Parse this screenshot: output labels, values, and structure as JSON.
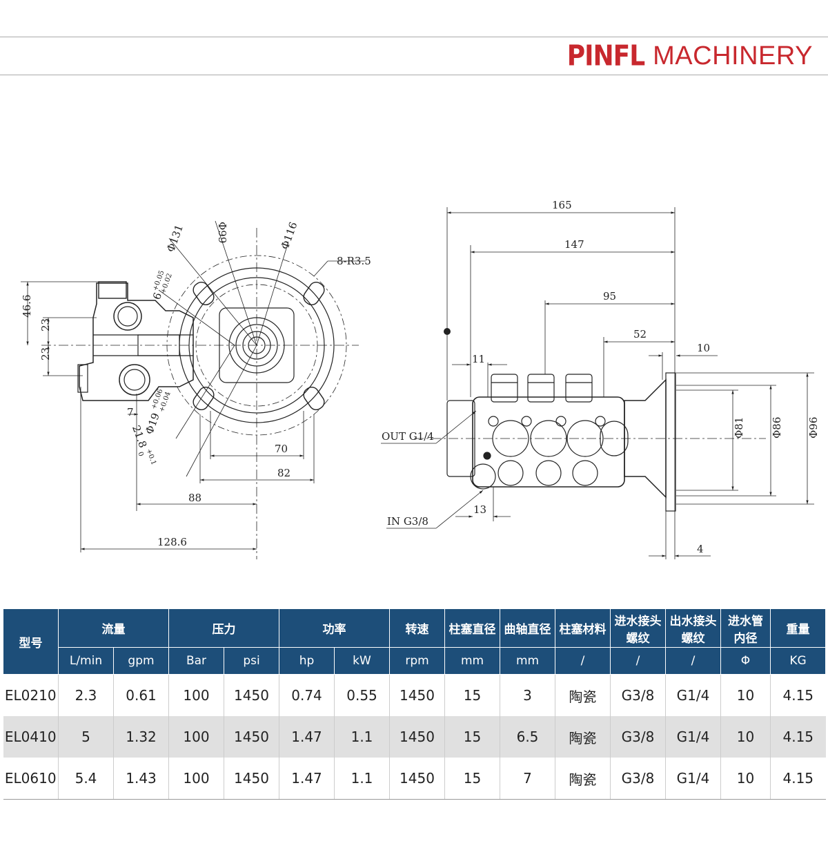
{
  "brand": {
    "logo": "PINFL",
    "name": "MACHINERY",
    "color": "#c8282e"
  },
  "drawing": {
    "front_view": {
      "diameters": [
        "Φ131",
        "Φ99",
        "Φ116"
      ],
      "holes": "8-R3.5",
      "tolerance_6": "6",
      "tolerance_6_sup": "+0.05",
      "tolerance_6_sub": "+0.02",
      "tolerance_19": "Φ19",
      "tolerance_19_sup": "+0.06",
      "tolerance_19_sub": "+0.04",
      "tolerance_218": "21.8",
      "tolerance_218_sup": "+0.1",
      "tolerance_218_sub": "0",
      "dim_46_6": "46.6",
      "dim_23_top": "23",
      "dim_23_bottom": "23",
      "dim_7": "7",
      "dim_70": "70",
      "dim_82": "82",
      "dim_88": "88",
      "dim_128_6": "128.6"
    },
    "side_view": {
      "dim_165": "165",
      "dim_147": "147",
      "dim_95": "95",
      "dim_52": "52",
      "dim_10": "10",
      "dim_11": "11",
      "dim_13": "13",
      "dim_4": "4",
      "dim_81": "Φ81",
      "dim_86": "Φ86",
      "dim_96": "Φ96",
      "out_label": "OUT G1/4",
      "in_label": "IN G3/8"
    }
  },
  "table": {
    "header_color": "#1d4e79",
    "row_alt_color": "#e0e0e0",
    "model_header": "型号",
    "groups": [
      {
        "label": "流量",
        "units": [
          "L/min",
          "gpm"
        ]
      },
      {
        "label": "压力",
        "units": [
          "Bar",
          "psi"
        ]
      },
      {
        "label": "功率",
        "units": [
          "hp",
          "kW"
        ]
      },
      {
        "label": "转速",
        "units": [
          "rpm"
        ]
      },
      {
        "label": "柱塞直径",
        "units": [
          "mm"
        ]
      },
      {
        "label": "曲轴直径",
        "units": [
          "mm"
        ]
      },
      {
        "label": "柱塞材料",
        "units": [
          "/"
        ]
      },
      {
        "label": "进水接头螺纹",
        "line1": "进水接头",
        "line2": "螺纹",
        "units": [
          "/"
        ]
      },
      {
        "label": "出水接头螺纹",
        "line1": "出水接头",
        "line2": "螺纹",
        "units": [
          "/"
        ]
      },
      {
        "label": "进水管内径",
        "line1": "进水管",
        "line2": "内径",
        "units": [
          "Φ"
        ]
      },
      {
        "label": "重量",
        "units": [
          "KG"
        ]
      }
    ],
    "rows": [
      [
        "EL0210",
        "2.3",
        "0.61",
        "100",
        "1450",
        "0.74",
        "0.55",
        "1450",
        "15",
        "3",
        "陶瓷",
        "G3/8",
        "G1/4",
        "10",
        "4.15"
      ],
      [
        "EL0410",
        "5",
        "1.32",
        "100",
        "1450",
        "1.47",
        "1.1",
        "1450",
        "15",
        "6.5",
        "陶瓷",
        "G3/8",
        "G1/4",
        "10",
        "4.15"
      ],
      [
        "EL0610",
        "5.4",
        "1.43",
        "100",
        "1450",
        "1.47",
        "1.1",
        "1450",
        "15",
        "7",
        "陶瓷",
        "G3/8",
        "G1/4",
        "10",
        "4.15"
      ]
    ]
  }
}
